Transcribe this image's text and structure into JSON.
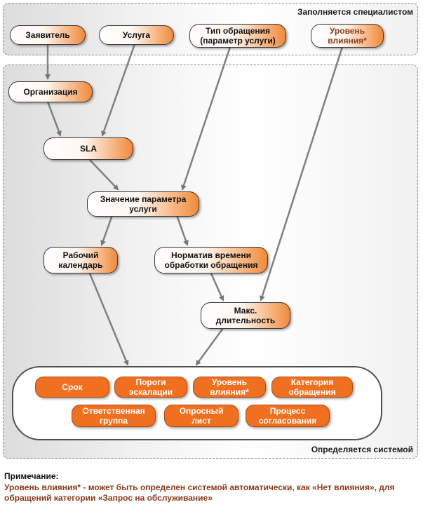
{
  "zones": {
    "top_label": "Заполняется специалистом",
    "bottom_label": "Определяется системой"
  },
  "nodes": {
    "applicant": "Заявитель",
    "service": "Услуга",
    "request_type": "Тип обращения (параметр услуги)",
    "impact_level": "Уровень влияния*",
    "organization": "Организация",
    "sla": "SLA",
    "service_param_value": "Значение параметра услуги",
    "work_calendar": "Рабочий календарь",
    "processing_norm": "Норматив времени обработки обращения",
    "max_duration": "Макс. длительность"
  },
  "results": {
    "deadline": "Срок",
    "escalation": "Пороги эскалации",
    "impact": "Уровень влияния*",
    "category": "Категория обращения",
    "responsible_group": "Ответственная группа",
    "survey": "Опросный лист",
    "approval": "Процесс согласования"
  },
  "note": {
    "title": "Примечание:",
    "text": "Уровень влияния* - может быть определен системой автоматически, как «Нет влияния», для обращений категории «Запрос на обслуживание»"
  },
  "colors": {
    "accent": "#f07020",
    "note_text": "#8a3a1a"
  }
}
